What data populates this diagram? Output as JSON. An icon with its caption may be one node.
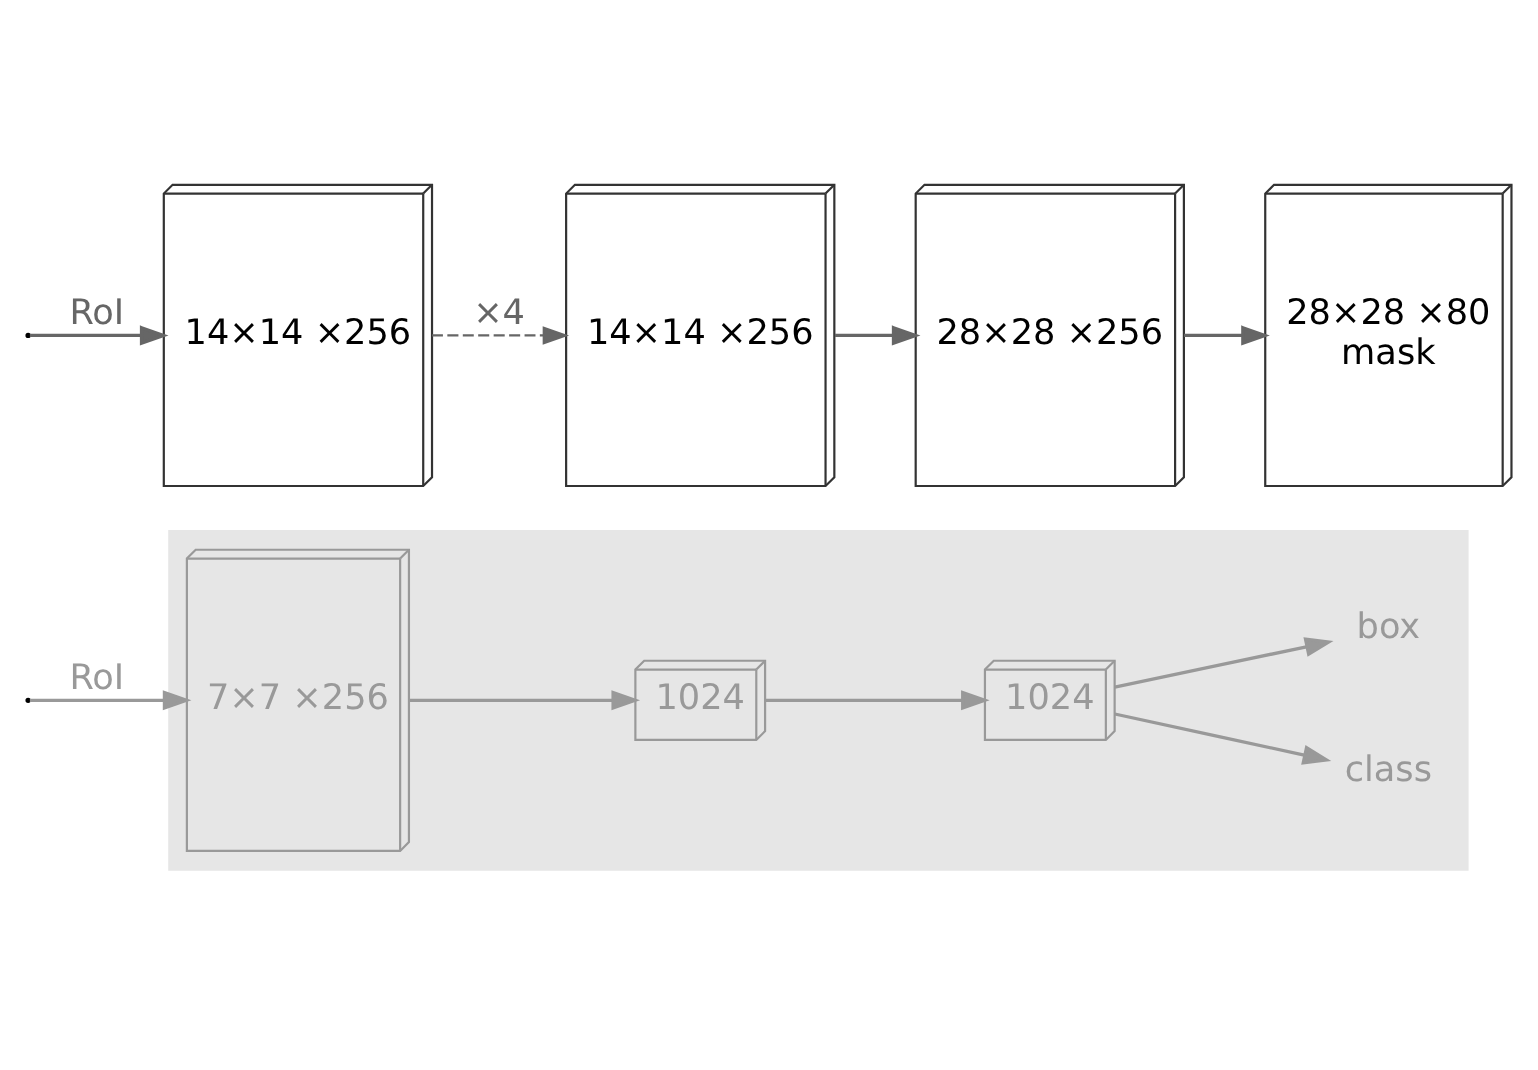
{
  "diagram": {
    "nodes": [
      {
        "text": [],
        "shape": "box"
      },
      {
        "text": [
          "7×7 ×256"
        ],
        "in": 0
      },
      {
        "text": [
          "1024"
        ],
        "in": 0
      },
      {
        "text": [
          "1024"
        ],
        "in": 0
      },
      {
        "text": [
          "class"
        ],
        "in": 0
      },
      {
        "text": [
          "box"
        ],
        "in": 0
      },
      {
        "text": [
          "14×14 ×256"
        ]
      },
      {
        "text": [
          "14×14 ×256"
        ]
      },
      {
        "text": [
          "28×28 ×256"
        ]
      },
      {
        "text": [
          "28×28 ×80",
          "mask"
        ]
      }
    ],
    "edges": [
      {
        "from": null,
        "to": 1,
        "arrow": "to",
        "label": "RoI",
        "color": "#999999"
      },
      {
        "from": 1,
        "to": 2,
        "arrow": "to",
        "color": "#999999"
      },
      {
        "from": 2,
        "to": 3,
        "arrow": "to",
        "color": "#999999"
      },
      {
        "from": 3,
        "to": 4,
        "arrow": "to",
        "color": "#999999"
      },
      {
        "from": 3,
        "to": 5,
        "arrow": "to",
        "color": "#999999"
      },
      {
        "from": null,
        "to": 6,
        "arrow": "to",
        "label": "RoI"
      },
      {
        "from": 6,
        "to": 7,
        "arrow": "to",
        "label": "×4",
        "style": "dashed"
      },
      {
        "from": 7,
        "to": 8,
        "arrow": "to"
      },
      {
        "from": 8,
        "to": 9,
        "arrow": "to"
      }
    ]
  }
}
